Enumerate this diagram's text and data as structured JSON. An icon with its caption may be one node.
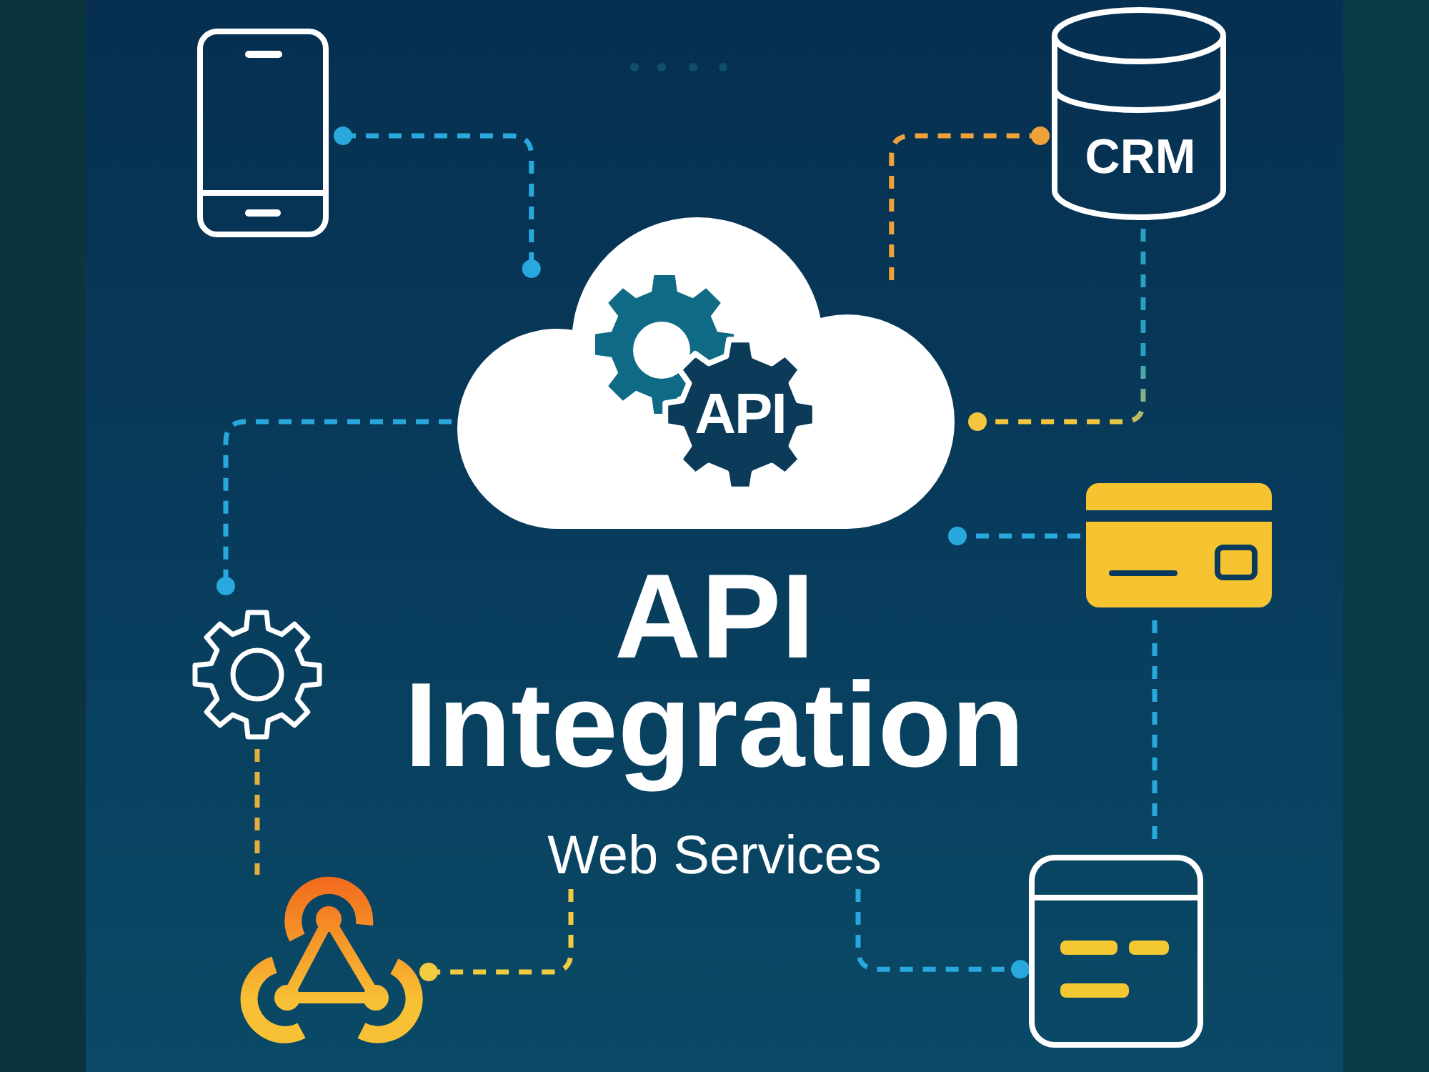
{
  "diagram": {
    "title": "API Integration",
    "nodes": [
      {
        "text": [],
        "shape": "picture"
      },
      {
        "text": [
          "CRM"
        ]
      },
      {
        "text": [],
        "shape": "cloud"
      },
      {
        "text": [
          "API"
        ],
        "in": 2
      },
      {
        "text": [],
        "shape": "picture"
      },
      {
        "text": [],
        "shape": "picture"
      },
      {
        "text": [
          "Web Services"
        ]
      },
      {
        "text": [],
        "shape": "picture"
      },
      {
        "text": [],
        "shape": "picture"
      }
    ],
    "edges": [
      {
        "from": 0,
        "to": 2,
        "arrow": "other",
        "style": "dashed"
      },
      {
        "from": 2,
        "to": 1,
        "arrow": "other",
        "style": "dashed",
        "color": "#f0a23a"
      },
      {
        "from": 1,
        "to": 2,
        "arrow": "other",
        "style": "dashed",
        "color": "#f3c63e"
      },
      {
        "from": 2,
        "to": 5,
        "arrow": "other",
        "style": "dashed"
      },
      {
        "from": 4,
        "to": 2,
        "arrow": "other",
        "style": "dashed"
      },
      {
        "from": 4,
        "to": 8,
        "arrow": "none",
        "style": "dashed"
      },
      {
        "from": 5,
        "to": 7,
        "arrow": "none",
        "style": "dashed",
        "color": "#e3ae3c"
      },
      {
        "from": 6,
        "to": 7,
        "arrow": "other",
        "style": "dashed",
        "color": "#f1cb40"
      },
      {
        "from": 6,
        "to": 8,
        "arrow": "other",
        "style": "dashed"
      }
    ]
  }
}
